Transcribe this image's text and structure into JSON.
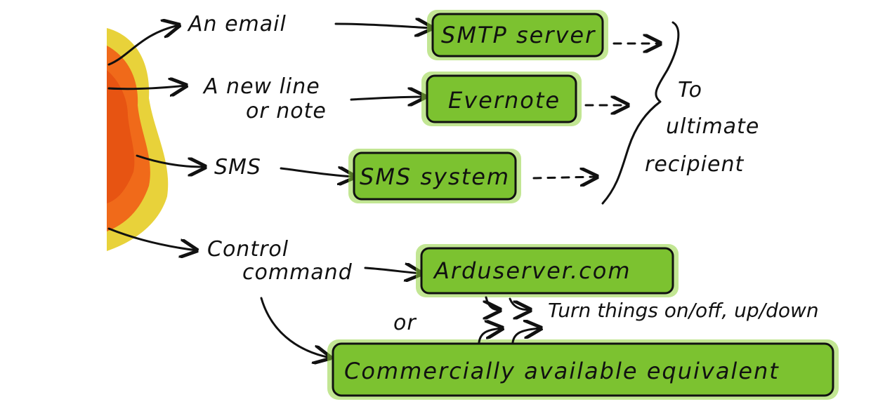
{
  "inputs": [
    "An email",
    "A new line",
    "or note",
    "SMS",
    "Control",
    "command"
  ],
  "systems": [
    "SMTP server",
    "Evernote",
    "SMS system",
    "Arduserver.com",
    "Commercially available equivalent"
  ],
  "recipient": [
    "To",
    "ultimate",
    "recipient"
  ],
  "or_label": "or",
  "action": "Turn things on/off, up/down",
  "colors": {
    "box_fill": "#7cc230",
    "source_orange": "#f06a1a",
    "source_yellow": "#e8d23a",
    "ink": "#111111"
  }
}
